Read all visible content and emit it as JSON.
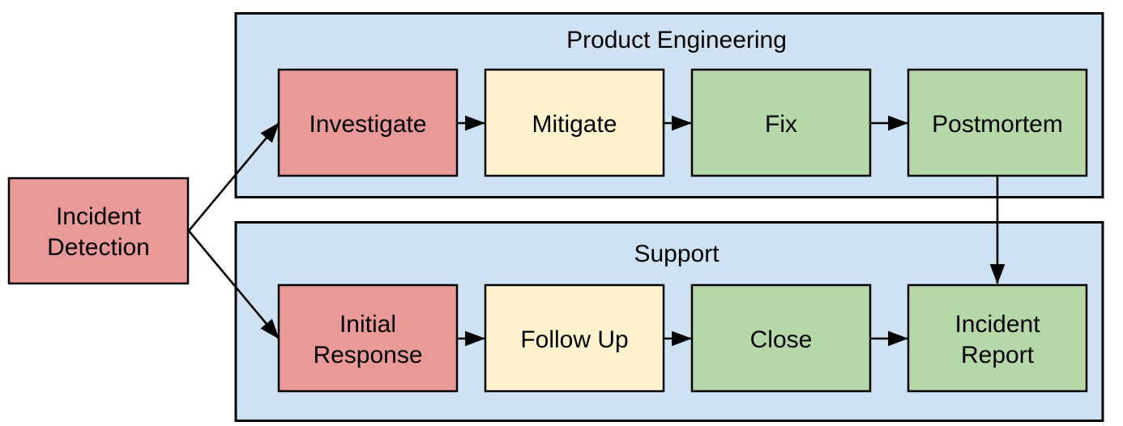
{
  "diagram": {
    "title_visible": false,
    "colors": {
      "lane_fill": "#cfe2f3",
      "lane_stroke": "#000000",
      "node_red": "#ea9999",
      "node_yellow": "#fff2cc",
      "node_green": "#b6d7a8",
      "edge": "#000000",
      "text": "#000000",
      "canvas": "#ffffff"
    },
    "lanes": [
      {
        "id": "product-engineering",
        "label": "Product Engineering"
      },
      {
        "id": "support",
        "label": "Support"
      }
    ],
    "nodes": {
      "incident_detection": {
        "label_line1": "Incident",
        "label_line2": "Detection",
        "color": "node_red"
      },
      "investigate": {
        "label_line1": "Investigate",
        "label_line2": "",
        "color": "node_red"
      },
      "mitigate": {
        "label_line1": "Mitigate",
        "label_line2": "",
        "color": "node_yellow"
      },
      "fix": {
        "label_line1": "Fix",
        "label_line2": "",
        "color": "node_green"
      },
      "postmortem": {
        "label_line1": "Postmortem",
        "label_line2": "",
        "color": "node_green"
      },
      "initial_response": {
        "label_line1": "Initial",
        "label_line2": "Response",
        "color": "node_red"
      },
      "follow_up": {
        "label_line1": "Follow Up",
        "label_line2": "",
        "color": "node_yellow"
      },
      "close": {
        "label_line1": "Close",
        "label_line2": "",
        "color": "node_green"
      },
      "incident_report": {
        "label_line1": "Incident",
        "label_line2": "Report",
        "color": "node_green"
      }
    },
    "edges": [
      {
        "from": "incident_detection",
        "to": "investigate",
        "label": ""
      },
      {
        "from": "incident_detection",
        "to": "initial_response",
        "label": ""
      },
      {
        "from": "investigate",
        "to": "mitigate",
        "label": ""
      },
      {
        "from": "mitigate",
        "to": "fix",
        "label": ""
      },
      {
        "from": "fix",
        "to": "postmortem",
        "label": ""
      },
      {
        "from": "postmortem",
        "to": "incident_report",
        "label": ""
      },
      {
        "from": "initial_response",
        "to": "follow_up",
        "label": ""
      },
      {
        "from": "follow_up",
        "to": "close",
        "label": ""
      },
      {
        "from": "close",
        "to": "incident_report",
        "label": ""
      }
    ]
  }
}
